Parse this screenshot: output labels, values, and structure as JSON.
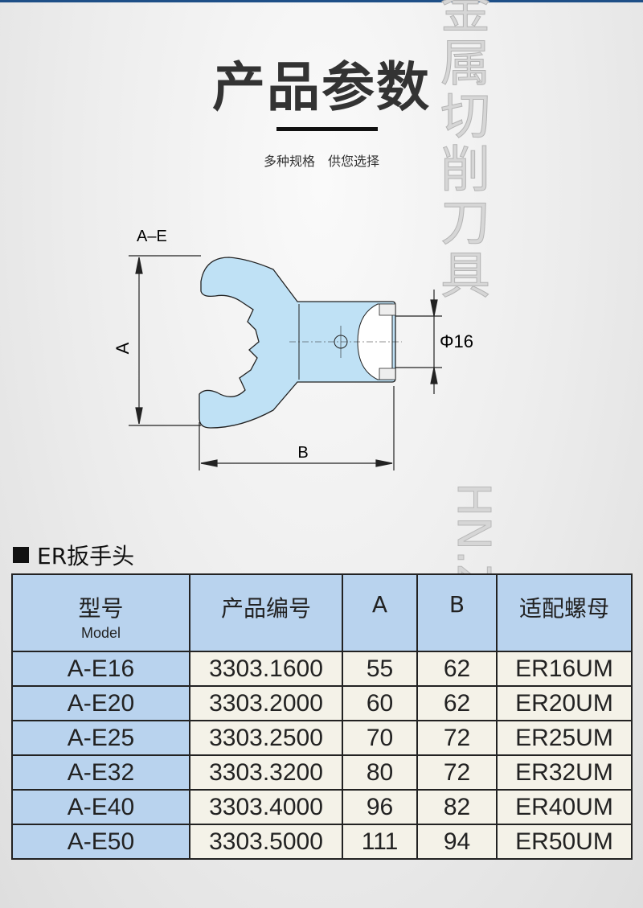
{
  "header": {
    "title": "产品参数",
    "subtitle": "多种规格　供您选择"
  },
  "watermark": {
    "vertical": "金属切削刀具",
    "site": "HN.ZC.刀具"
  },
  "drawing": {
    "label_ae": "A–E",
    "label_a": "A",
    "label_b": "B",
    "label_phi": "Φ16"
  },
  "section": {
    "title": "ER扳手头"
  },
  "table": {
    "headers": [
      {
        "zh": "型号",
        "en": "Model"
      },
      {
        "zh": "产品编号"
      },
      {
        "zh": "A"
      },
      {
        "zh": "B"
      },
      {
        "zh": "适配螺母"
      }
    ],
    "rows": [
      [
        "A-E16",
        "3303.1600",
        "55",
        "62",
        "ER16UM"
      ],
      [
        "A-E20",
        "3303.2000",
        "60",
        "62",
        "ER20UM"
      ],
      [
        "A-E25",
        "3303.2500",
        "70",
        "72",
        "ER25UM"
      ],
      [
        "A-E32",
        "3303.3200",
        "80",
        "72",
        "ER32UM"
      ],
      [
        "A-E40",
        "3303.4000",
        "96",
        "82",
        "ER40UM"
      ],
      [
        "A-E50",
        "3303.5000",
        "111",
        "94",
        "ER50UM"
      ]
    ]
  },
  "colors": {
    "header_bg": "#b9d3ee",
    "cell_bg": "#f4f2e8",
    "part_fill": "#bfe1f5"
  }
}
